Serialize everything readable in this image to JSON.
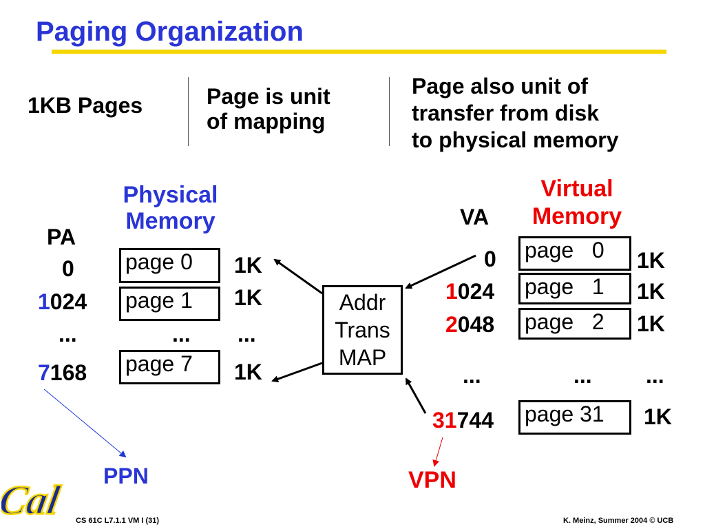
{
  "title": "Paging Organization",
  "header": {
    "col1": "1KB Pages",
    "col2": [
      "Page is unit",
      "of mapping"
    ],
    "col3": [
      "Page also unit of",
      "transfer from disk",
      "to physical memory"
    ]
  },
  "physical": {
    "heading": [
      "Physical",
      "Memory"
    ],
    "pa_label": "PA",
    "addresses": [
      {
        "prefix": "",
        "rest": "0"
      },
      {
        "prefix": "1",
        "rest": "024"
      },
      {
        "prefix": "",
        "rest": "..."
      },
      {
        "prefix": "7",
        "rest": "168"
      }
    ],
    "pages": [
      "page 0",
      "page 1",
      "...",
      "page 7"
    ],
    "sizes": [
      "1K",
      "1K",
      "...",
      "1K"
    ],
    "ppn_label": "PPN"
  },
  "translator": {
    "lines": [
      "Addr",
      "Trans",
      "MAP"
    ]
  },
  "virtual": {
    "heading": [
      "Virtual",
      "Memory"
    ],
    "va_label": "VA",
    "addresses": [
      {
        "prefix": "",
        "rest": "0"
      },
      {
        "prefix": "1",
        "rest": "024"
      },
      {
        "prefix": "2",
        "rest": "048"
      },
      {
        "prefix": "",
        "rest": "..."
      },
      {
        "prefix": "31",
        "rest": "744"
      }
    ],
    "pages": [
      "page   0",
      "page   1",
      "page   2",
      "...",
      "page 31"
    ],
    "sizes": [
      "1K",
      "1K",
      "1K",
      "...",
      "1K"
    ],
    "vpn_label": "VPN"
  },
  "footer": {
    "left": "CS 61C L7.1.1 VM I (31)",
    "right": "K. Meinz, Summer 2004 © UCB",
    "logo_text": "Cal"
  },
  "colors": {
    "title": "#2a35d6",
    "highlight": "#ee0000",
    "underline": "#f5d600"
  }
}
